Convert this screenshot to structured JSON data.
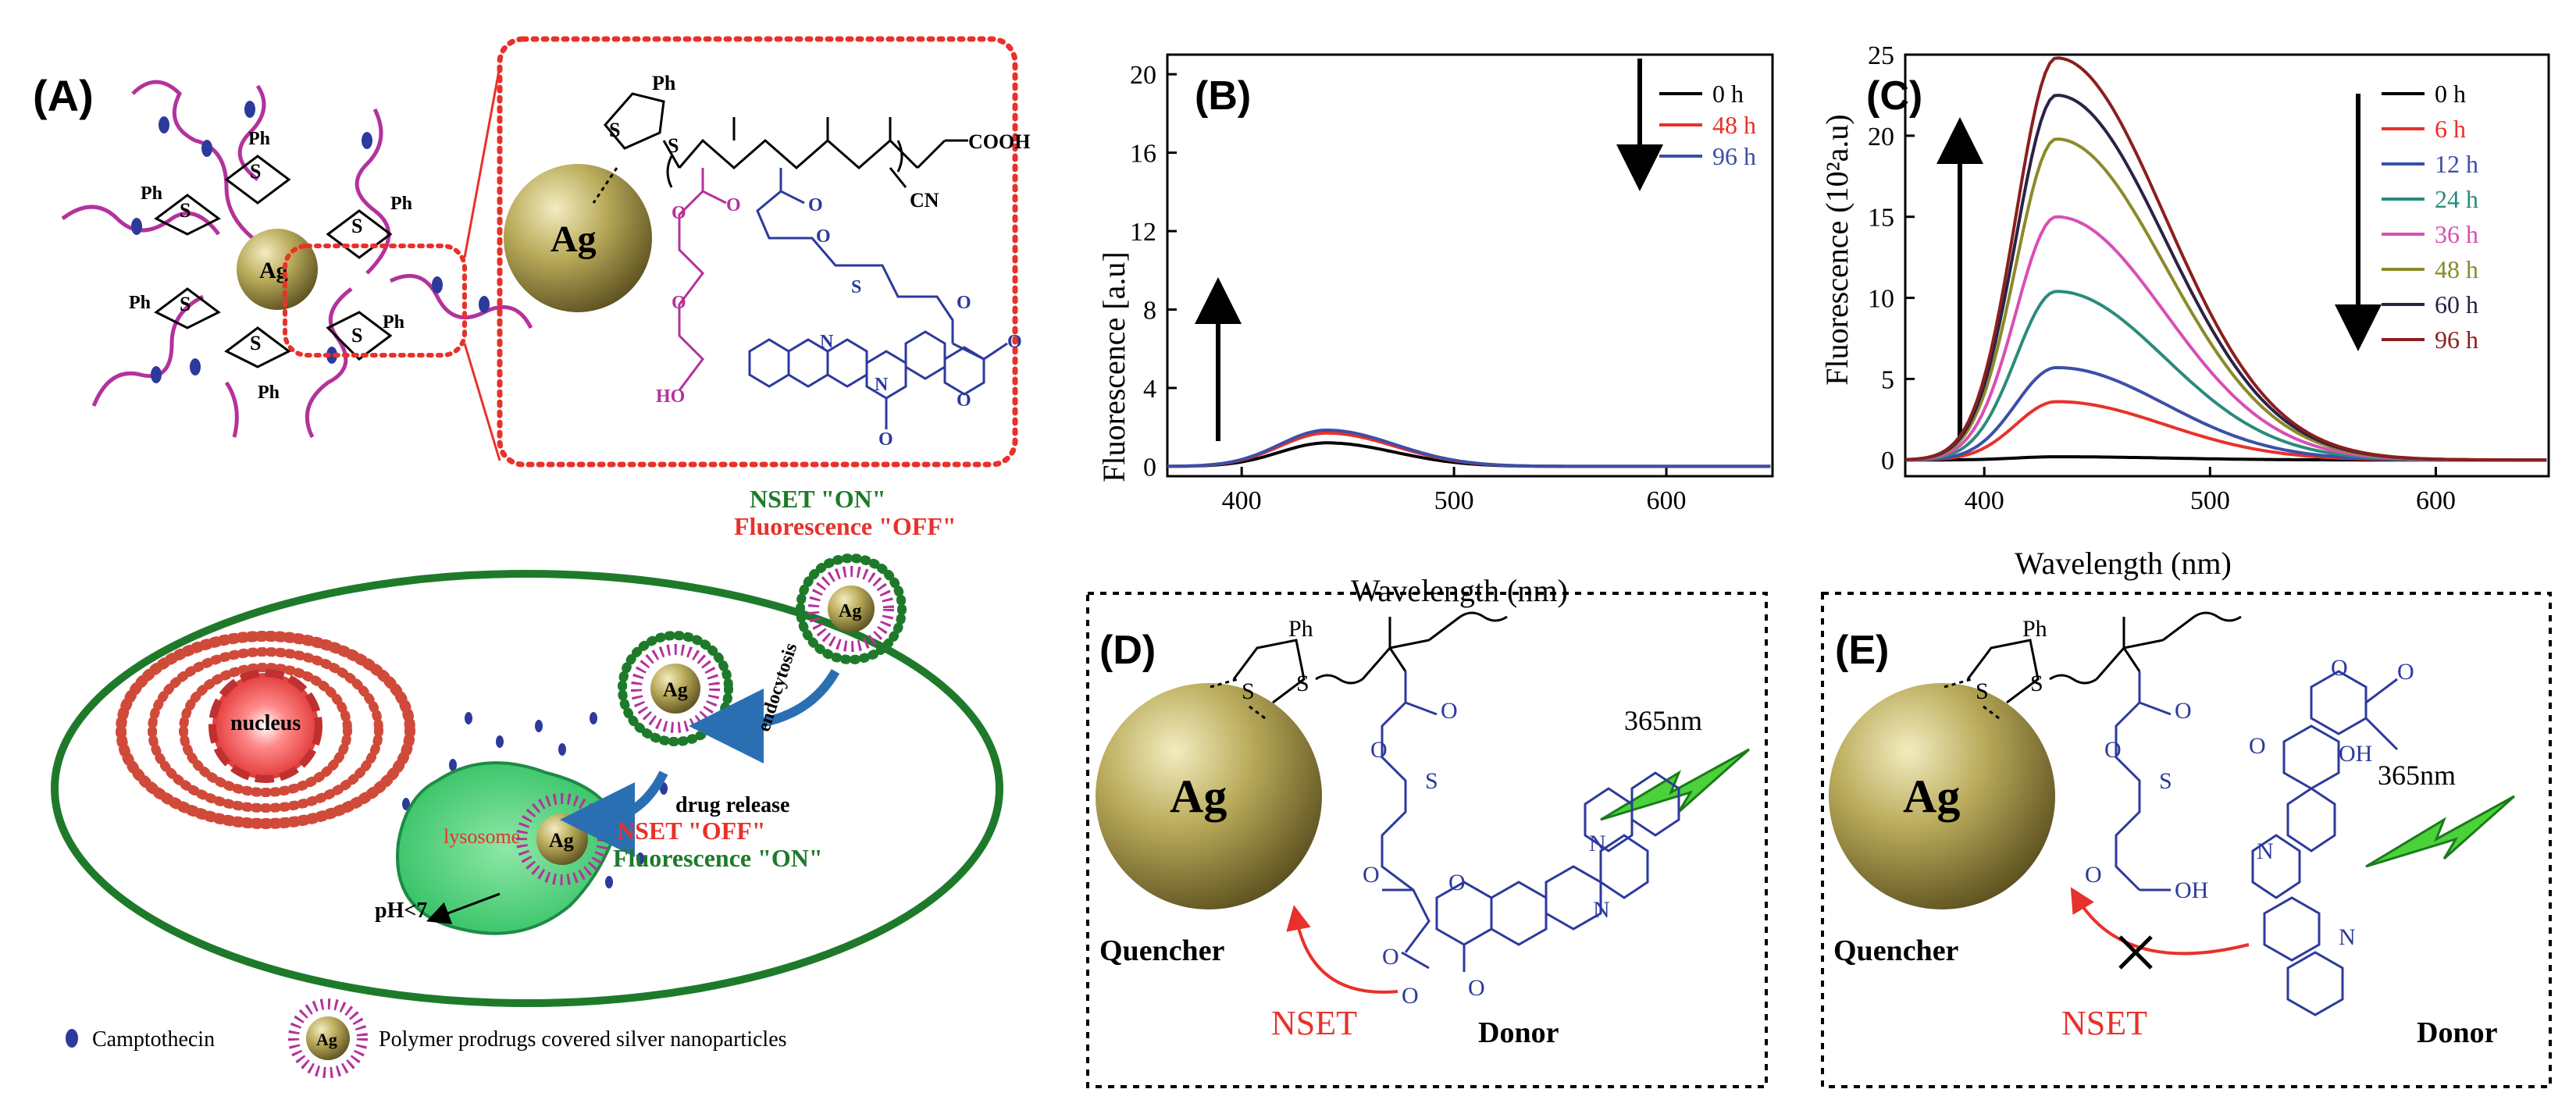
{
  "panelA": {
    "label": "(A)",
    "center_label": "Ag",
    "zoom_label": "Ag",
    "ph": "Ph",
    "s": "S",
    "cooh": "COOH",
    "cn": "CN",
    "ho": "HO",
    "o": "O",
    "n": "N",
    "nset_on": "NSET \"ON\"",
    "fluor_off": "Fluorescence \"OFF\"",
    "endocytosis": "endocytosis",
    "drug_release": "drug release",
    "nucleus": "nucleus",
    "lysosome": "lysosome",
    "nset_off": "NSET  \"OFF\"",
    "fluor_on": "Fluorescence \"ON\"",
    "ph_label": "pH<7",
    "legend_camptothecin": "Camptothecin",
    "legend_prodrug": "Polymer prodrugs covered silver nanoparticles"
  },
  "panelB": {
    "label": "(B)",
    "chart_data": {
      "type": "line",
      "xlabel": "Wavelength (nm)",
      "ylabel": "Fluorescence [a.u]",
      "xlim": [
        365,
        650
      ],
      "ylim": [
        -0.5,
        21
      ],
      "xticks": [
        400,
        500,
        600
      ],
      "yticks": [
        0,
        4,
        8,
        12,
        16,
        20
      ],
      "legend_position": "top-right",
      "series": [
        {
          "name": "0 h",
          "color": "#000000",
          "peak_x": 440,
          "peak_y": 1.2
        },
        {
          "name": "48 h",
          "color": "#e8312a",
          "peak_x": 440,
          "peak_y": 1.7
        },
        {
          "name": "96 h",
          "color": "#3c4fa8",
          "peak_x": 440,
          "peak_y": 1.85
        }
      ]
    }
  },
  "panelC": {
    "label": "(C)",
    "chart_data": {
      "type": "line",
      "xlabel": "Wavelength (nm)",
      "ylabel": "Fluorescence (10²a.u)",
      "xlim": [
        365,
        650
      ],
      "ylim": [
        -1,
        25
      ],
      "xticks": [
        400,
        500,
        600
      ],
      "yticks": [
        0,
        5,
        10,
        15,
        20,
        25
      ],
      "legend_position": "top-right",
      "series": [
        {
          "name": "0 h",
          "color": "#000000",
          "peak_x": 432,
          "peak_y": 0.2
        },
        {
          "name": "6 h",
          "color": "#e8312a",
          "peak_x": 432,
          "peak_y": 3.6
        },
        {
          "name": "12 h",
          "color": "#3c4fa8",
          "peak_x": 432,
          "peak_y": 5.7
        },
        {
          "name": "24 h",
          "color": "#2a8b7c",
          "peak_x": 432,
          "peak_y": 10.4
        },
        {
          "name": "36 h",
          "color": "#d84fb5",
          "peak_x": 432,
          "peak_y": 15.0
        },
        {
          "name": "48 h",
          "color": "#8a8a2a",
          "peak_x": 432,
          "peak_y": 19.8
        },
        {
          "name": "60 h",
          "color": "#2b2245",
          "peak_x": 432,
          "peak_y": 22.5
        },
        {
          "name": "96 h",
          "color": "#8b1f1f",
          "peak_x": 432,
          "peak_y": 24.8
        }
      ]
    }
  },
  "panelD": {
    "label": "(D)",
    "ag": "Ag",
    "quencher": "Quencher",
    "nset": "NSET",
    "donor": "Donor",
    "wavelength": "365nm",
    "ph": "Ph",
    "s": "S",
    "o": "O",
    "n": "N"
  },
  "panelE": {
    "label": "(E)",
    "ag": "Ag",
    "quencher": "Quencher",
    "nset": "NSET",
    "donor": "Donor",
    "wavelength": "365nm",
    "ph": "Ph",
    "s": "S",
    "o": "O",
    "n": "N",
    "oh": "OH"
  },
  "colors": {
    "ag_gold": "#a99a45",
    "red": "#e8312a",
    "green": "#1e7a2a",
    "blue": "#2c3a9c",
    "magenta": "#b3329c"
  }
}
